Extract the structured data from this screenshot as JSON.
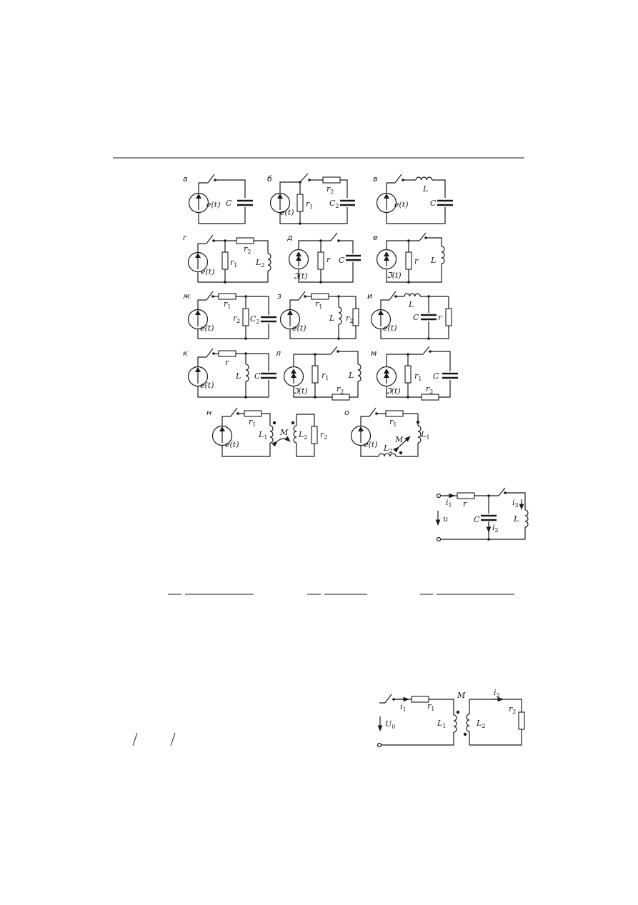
{
  "figure": {
    "a": {
      "tag": "а",
      "source": "e(t)",
      "c": "C"
    },
    "b": {
      "tag": "б",
      "source": "e(t)",
      "r1": "r",
      "r1s": "1",
      "r2": "r",
      "r2s": "2",
      "c": "C",
      "cs": "2"
    },
    "v": {
      "tag": "в",
      "source": "e(t)",
      "l": "L",
      "c": "C"
    },
    "g": {
      "tag": "г",
      "source": "e(t)",
      "r1": "r",
      "r1s": "1",
      "r2": "r",
      "r2s": "2",
      "l": "L",
      "ls": "2"
    },
    "d": {
      "tag": "д",
      "source": "ℑ(t)",
      "r": "r",
      "c": "C"
    },
    "e": {
      "tag": "е",
      "source": "ℑ(t)",
      "r": "r",
      "l": "L"
    },
    "zh": {
      "tag": "ж",
      "source": "e(t)",
      "r1": "r",
      "r1s": "1",
      "r2": "r",
      "r2s": "2",
      "c": "C",
      "cs": "2"
    },
    "z": {
      "tag": "з",
      "source": "e(t)",
      "r1": "r",
      "r1s": "1",
      "l": "L",
      "r2": "r",
      "r2s": "2"
    },
    "i": {
      "tag": "и",
      "source": "e(t)",
      "l": "L",
      "c": "C",
      "r": "r"
    },
    "k": {
      "tag": "к",
      "source": "e(t)",
      "r": "r",
      "l": "L",
      "c": "C"
    },
    "l": {
      "tag": "л",
      "source": "ℑ(t)",
      "r1": "r",
      "r1s": "1",
      "l": "L",
      "r2": "r",
      "r2s": "2"
    },
    "m": {
      "tag": "м",
      "source": "ℑ(t)",
      "r1": "r",
      "r1s": "1",
      "c": "C",
      "r2": "r",
      "r2s": "2"
    },
    "n": {
      "tag": "н",
      "source": "e(t)",
      "r1": "r",
      "r1s": "1",
      "l1": "L",
      "l1s": "1",
      "m": "M",
      "l2": "L",
      "l2s": "2",
      "r2": "r",
      "r2s": "2"
    },
    "o": {
      "tag": "о",
      "source": "e(t)",
      "r1": "r",
      "r1s": "1",
      "l1": "L",
      "l1s": "1",
      "m": "M",
      "l2": "L",
      "l2s": "2"
    }
  },
  "circuit2": {
    "i1": "i",
    "i1s": "1",
    "r": "r",
    "u": "u",
    "c": "C",
    "i2": "i",
    "i2s": "2",
    "i3": "i",
    "i3s": "3",
    "l": "L"
  },
  "circuit3": {
    "i1": "i",
    "i1s": "1",
    "r1": "r",
    "r1s": "1",
    "m": "M",
    "i2": "i",
    "i2s": "2",
    "r2": "r",
    "r2s": "2",
    "u0": "U",
    "u0s": "0",
    "l1": "L",
    "l1s": "1",
    "l2": "L",
    "l2s": "2"
  }
}
